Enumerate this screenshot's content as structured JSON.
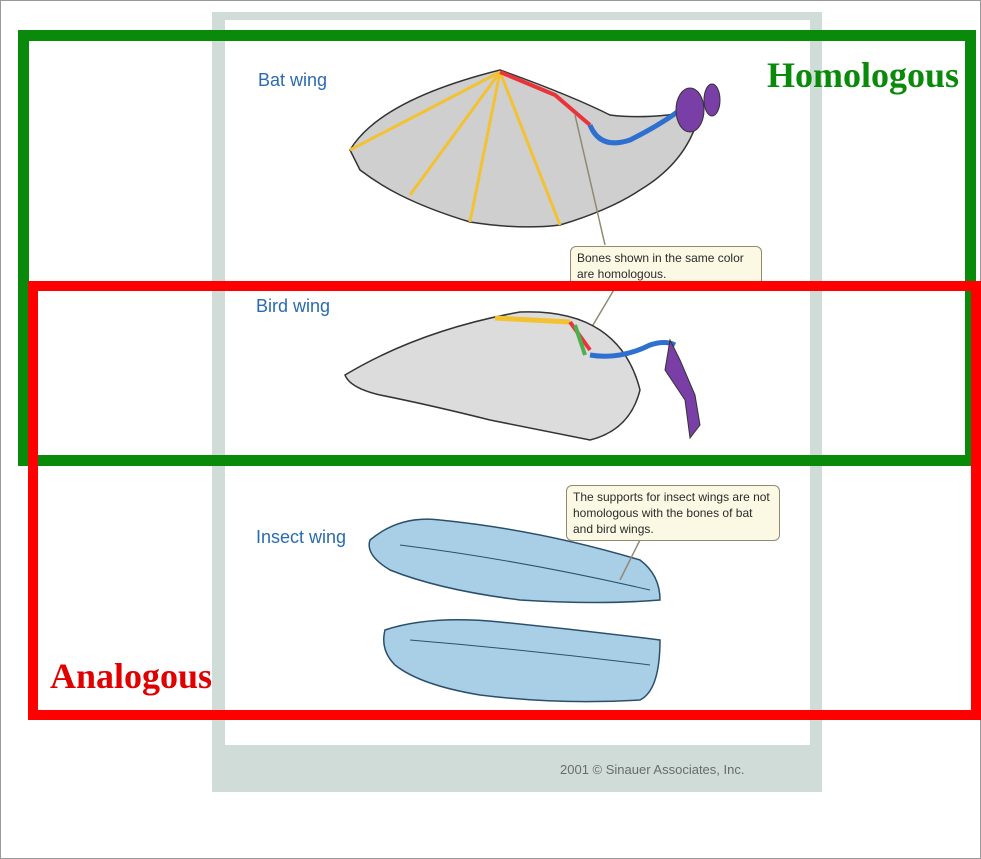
{
  "figure": {
    "bat_label": "Bat wing",
    "bird_label": "Bird wing",
    "insect_label": "Insect wing",
    "callout_homologous": "Bones shown in the same color are homologous.",
    "callout_insect": "The supports for insect wings are not homologous with the bones of bat and bird wings.",
    "credit": "2001 © Sinauer Associates, Inc."
  },
  "overlays": {
    "homologous_label": "Homologous",
    "analogous_label": "Analogous",
    "homologous_color": "#0a8a0a",
    "analogous_color": "#ff0000"
  },
  "colors": {
    "bone_yellow": "#f2c232",
    "bone_red": "#e8343a",
    "bone_green": "#4cb04c",
    "bone_blue": "#2f6fd0",
    "bone_purple": "#7a3fa6",
    "label_blue": "#2a6bb0",
    "membrane_gray": "#c9c9c9",
    "insect_blue": "#a9cfe6"
  }
}
